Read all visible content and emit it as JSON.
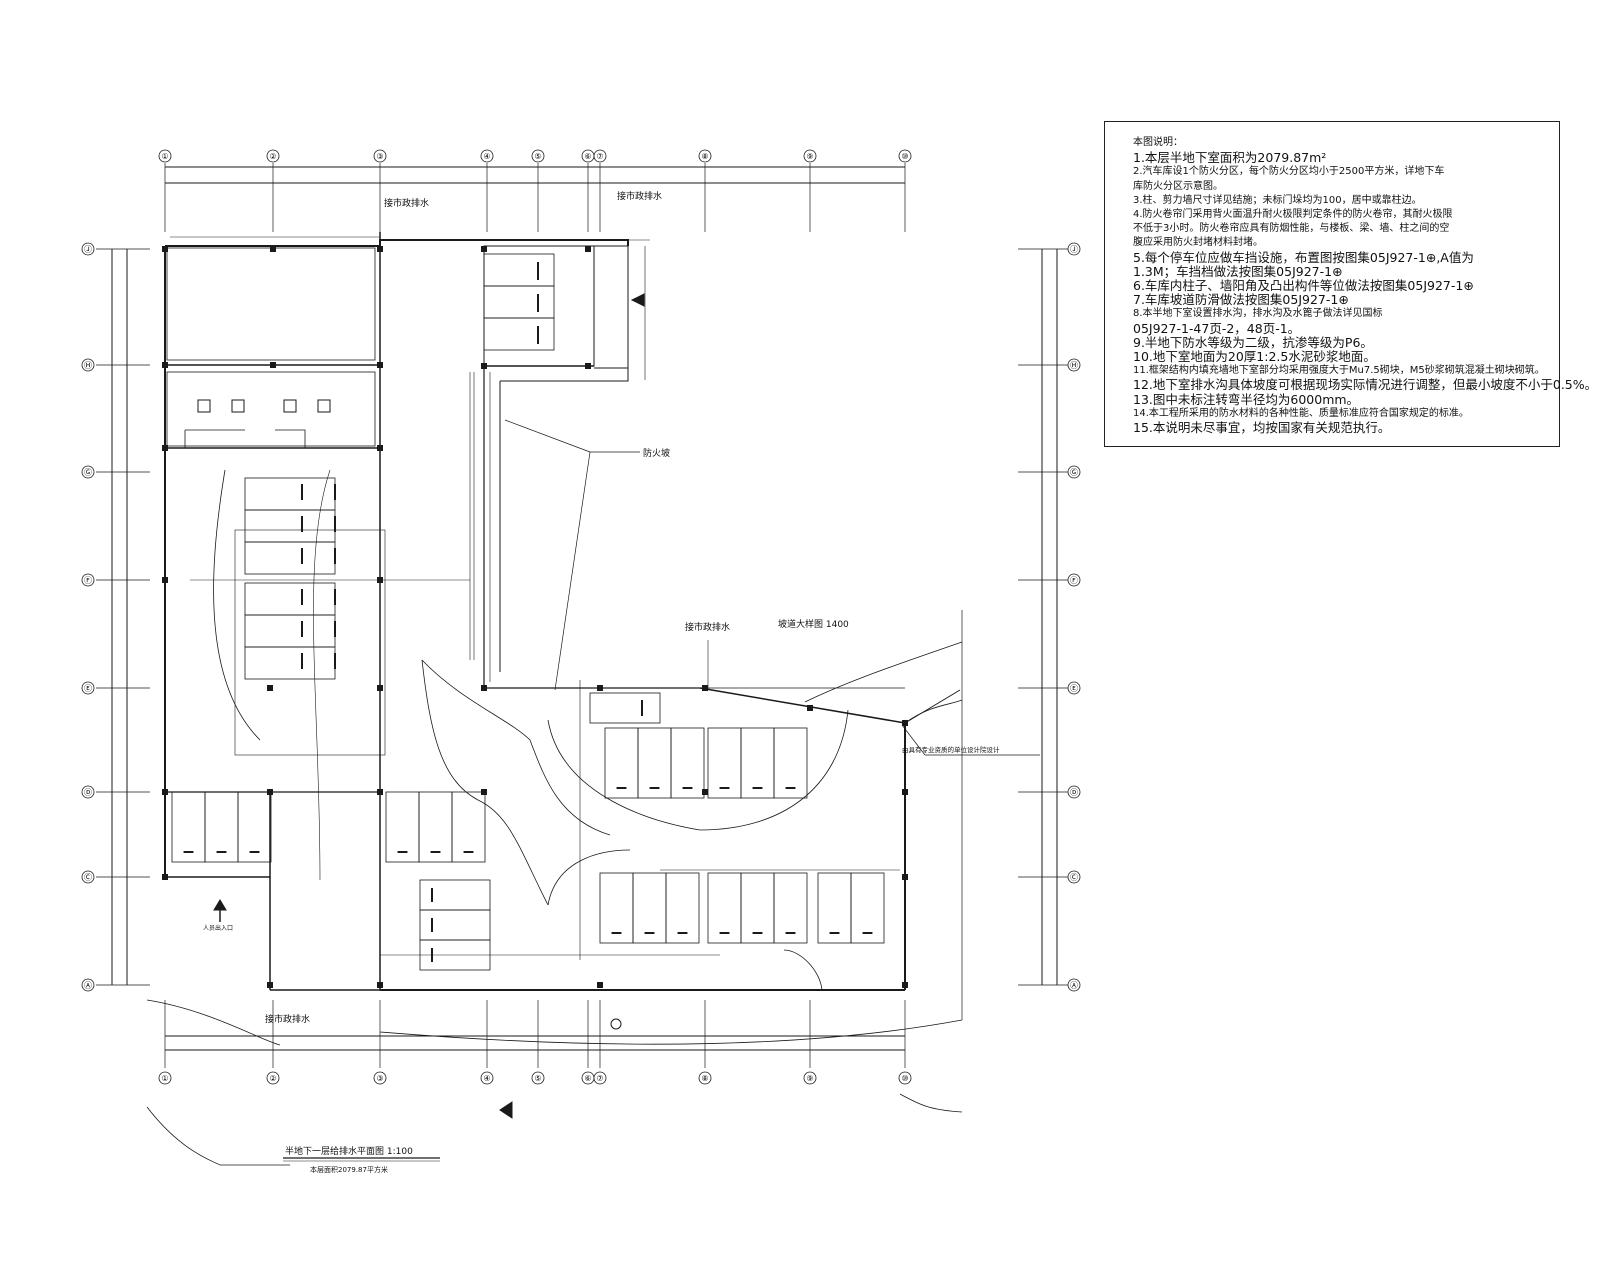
{
  "axes": {
    "columns": [
      "①",
      "②",
      "③",
      "④",
      "⑤",
      "⑥",
      "⑦",
      "⑧",
      "⑨",
      "⑩"
    ],
    "rows": [
      "Ⓙ",
      "Ⓗ",
      "Ⓖ",
      "Ⓕ",
      "Ⓔ",
      "Ⓓ",
      "Ⓒ",
      "Ⓐ"
    ]
  },
  "labels": {
    "municipal_top_left": "接市政排水",
    "municipal_top_right": "接市政排水",
    "municipal_mid": "接市政排水",
    "municipal_bottom": "接市政排水",
    "fire_slope": "防火坡",
    "ramp_detail": "坡道大样图 1400",
    "ramp_note": "由具有专业资质的单位设计院设计",
    "entrance": "人员出入口",
    "plan_title": "半地下一层给排水平面图  1:100",
    "plan_subtitle": "本层面积2079.87平方米"
  },
  "notes": {
    "title": "本图说明：",
    "lines": [
      "1.本层半地下室面积为2079.87m²",
      "2.汽车库设1个防火分区，每个防火分区均小于2500平方米，详地下车",
      "库防火分区示意图。",
      "3.柱、剪力墙尺寸详见结施；未标门垛均为100，居中或靠柱边。",
      "4.防火卷帘门采用背火面温升耐火极限判定条件的防火卷帘，其耐火极限",
      "不低于3小时。防火卷帘应具有防烟性能，与楼板、梁、墙、柱之间的空",
      "腹应采用防火封堵材料封堵。",
      "5.每个停车位应做车挡设施，布置图按图集05J927-1⊕,A值为",
      "1.3M；车挡档做法按图集05J927-1⊕",
      "6.车库内柱子、墙阳角及凸出构件等位做法按图集05J927-1⊕",
      "7.车库坡道防滑做法按图集05J927-1⊕",
      "8.本半地下室设置排水沟，排水沟及水篦子做法详见国标",
      "  05J927-1-47页-2，48页-1。",
      "9.半地下防水等级为二级，抗渗等级为P6。",
      "10.地下室地面为20厚1:2.5水泥砂浆地面。",
      "11.框架结构内填充墙地下室部分均采用强度大于Mu7.5砌块，M5砂浆砌筑混凝土砌块砌筑。",
      "12.地下室排水沟具体坡度可根据现场实际情况进行调整，但最小坡度不小于0.5%。",
      "13.图中未标注转弯半径均为6000mm。",
      "14.本工程所采用的防水材料的各种性能、质量标准应符合国家规定的标准。",
      "15.本说明未尽事宜，均按国家有关规范执行。"
    ]
  },
  "colors": {
    "line": "#1a1a1a",
    "background": "#ffffff"
  }
}
